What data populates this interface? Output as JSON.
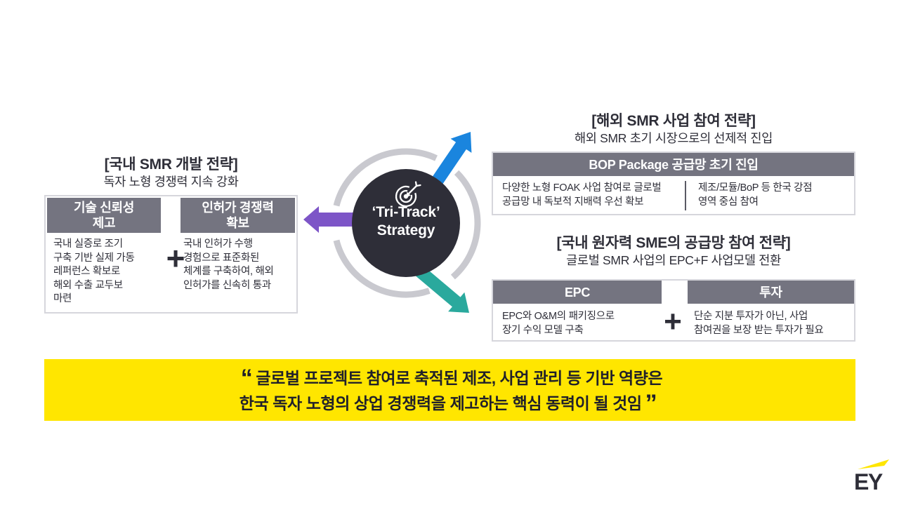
{
  "center": {
    "line1": "‘Tri-Track’",
    "line2": "Strategy"
  },
  "domestic_dev": {
    "title": "[국내 SMR 개발 전략]",
    "subtitle": "독자 노형 경쟁력 지속 강화",
    "operator": "+",
    "columns": [
      {
        "header": "기술 신뢰성\n제고",
        "body": "국내 실증로 조기\n구축 기반 실제 가동\n레퍼런스 확보로\n해외 수출 교두보\n마련"
      },
      {
        "header": "인허가 경쟁력\n확보",
        "body": "국내 인허가 수행\n경험으로 표준화된\n체계를 구축하여, 해외\n인허가를 신속히 통과"
      }
    ]
  },
  "overseas": {
    "title": "[해외 SMR 사업 참여 전략]",
    "subtitle": "해외 SMR 초기 시장으로의 선제적 진입",
    "bar": "BOP Package 공급망 초기 진입",
    "cells": [
      "다양한 노형 FOAK 사업 참여로 글로벌\n공급망 내 독보적 지배력 우선 확보",
      "제조/모듈/BoP 등 한국 강점\n영역 중심 참여"
    ]
  },
  "sme": {
    "title": "[국내 원자력 SME의 공급망 참여 전략]",
    "subtitle": "글로벌 SMR 사업의 EPC+F 사업모델 전환",
    "operator": "+",
    "columns": [
      {
        "header": "EPC",
        "body": "EPC와 O&M의 패키징으로\n장기 수익 모델 구축"
      },
      {
        "header": "투자",
        "body": "단순 지분 투자가 아닌, 사업\n참여권을 보장 받는 투자가 필요"
      }
    ]
  },
  "quote": {
    "open": "“",
    "line1": "글로벌 프로젝트 참여로 축적된 제조, 사업 관리 등 기반 역량은",
    "line2": "한국 독자 노형의 상업 경쟁력을 제고하는 핵심 동력이 될 것임",
    "close": "”"
  },
  "logo": {
    "text": "EY"
  },
  "colors": {
    "ey_yellow": "#FFE600",
    "dark": "#2E2E38",
    "gray_header": "#747480",
    "ring_gray": "#C9C9CF",
    "arrow_blue": "#1A85DE",
    "arrow_purple": "#7D55C7",
    "arrow_teal": "#2AA99D",
    "panel_border": "#D6D6DC"
  }
}
